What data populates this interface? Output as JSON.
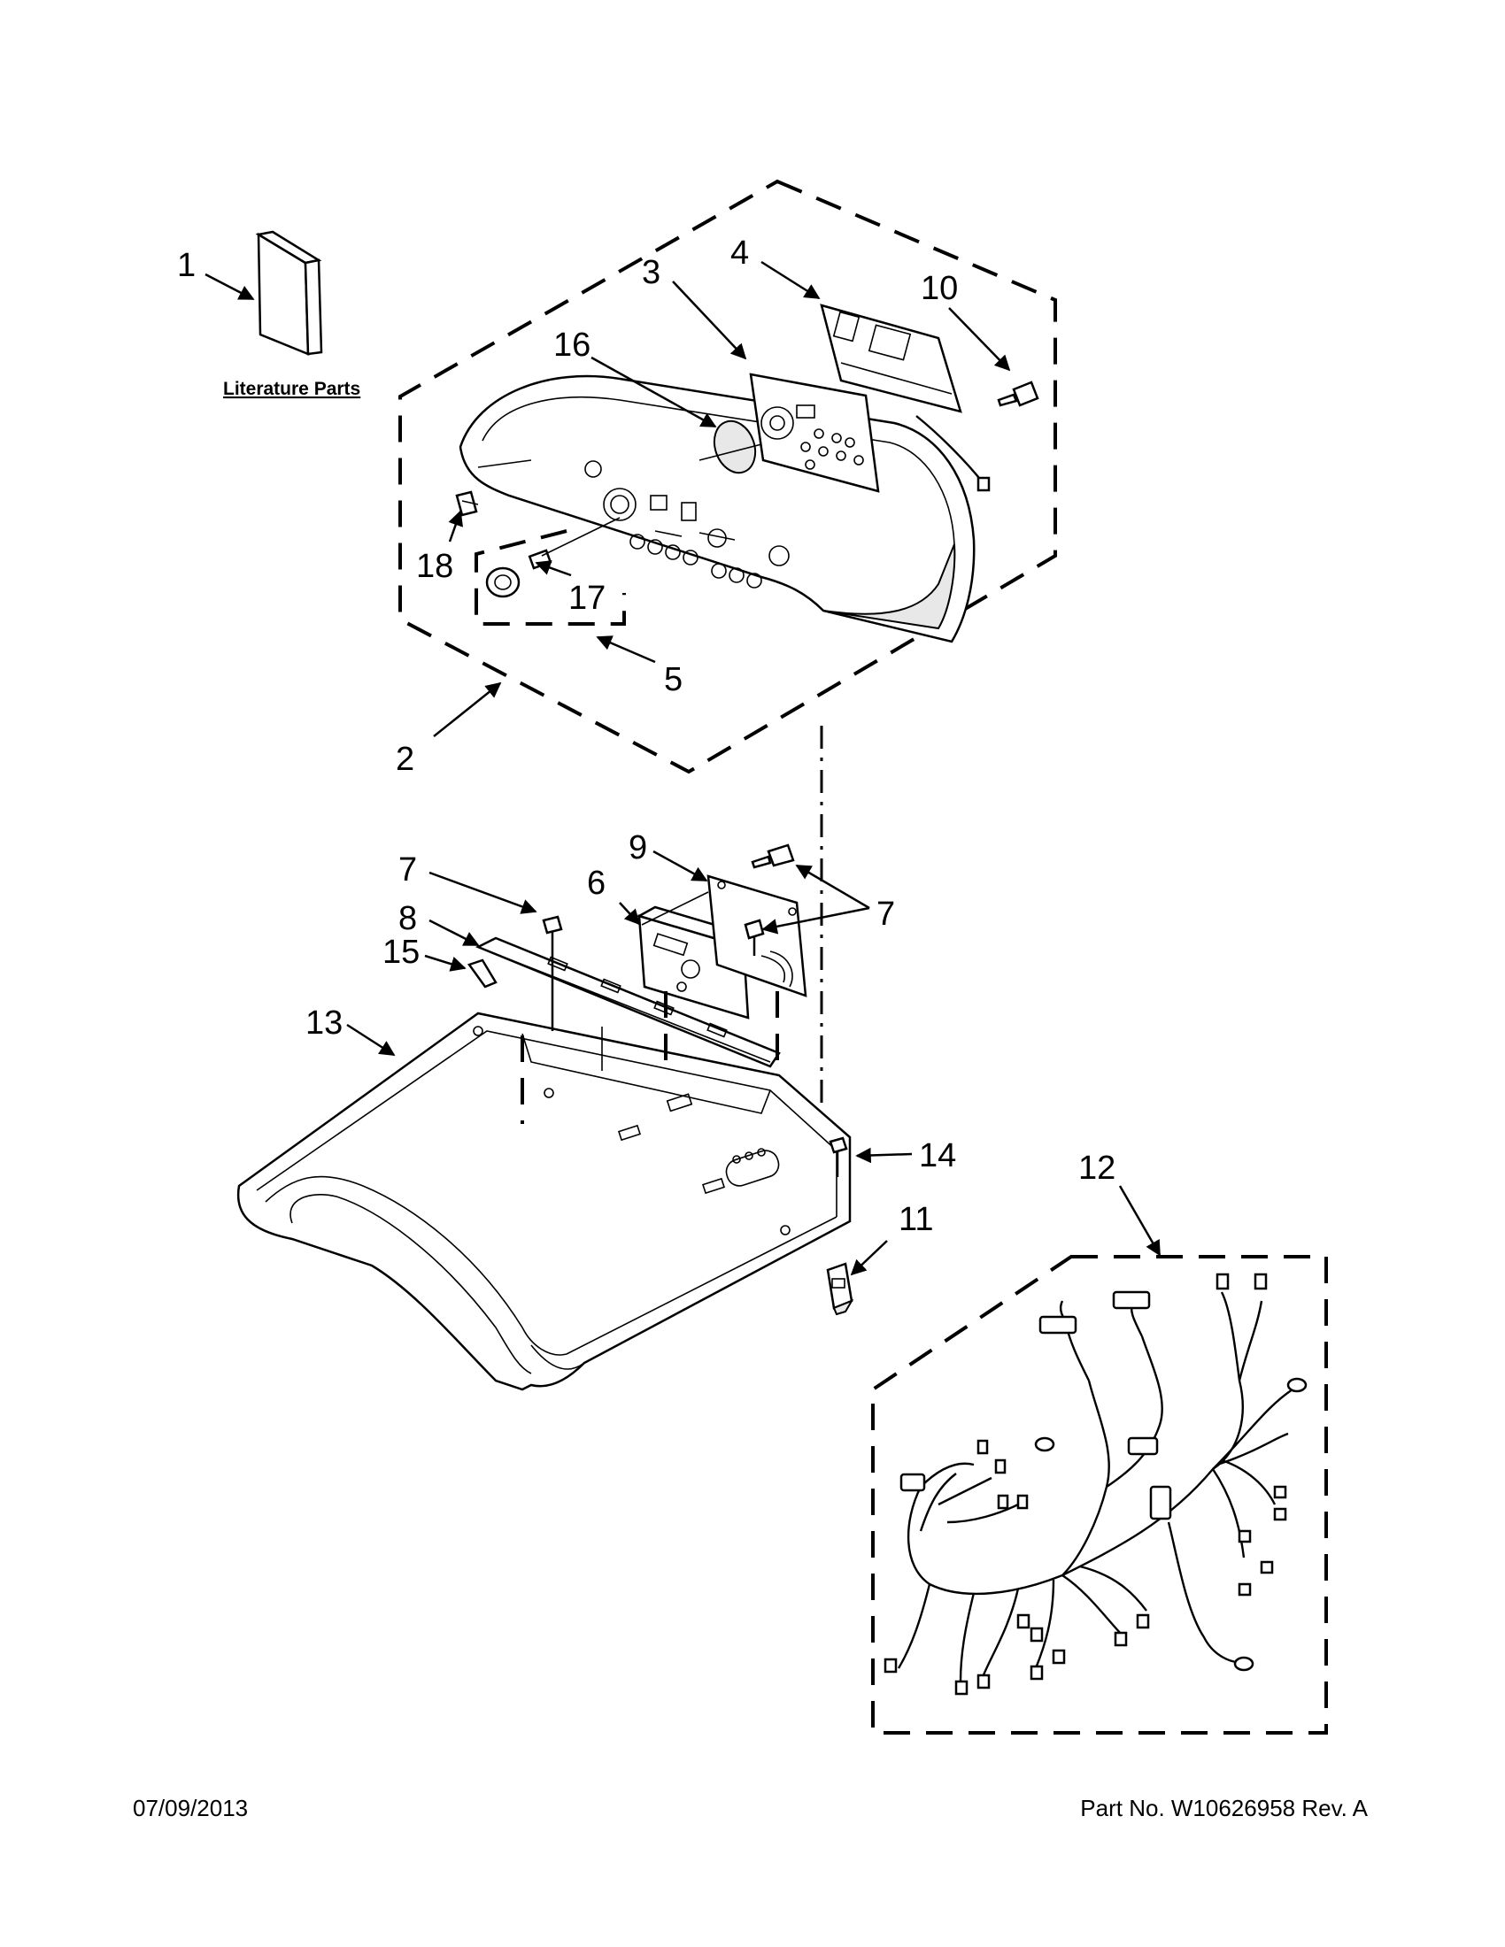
{
  "diagram": {
    "literature_label": "Literature Parts",
    "callouts": {
      "c1": "1",
      "c2": "2",
      "c3": "3",
      "c4": "4",
      "c5": "5",
      "c6": "6",
      "c7a": "7",
      "c7b": "7",
      "c8": "8",
      "c9": "9",
      "c10": "10",
      "c11": "11",
      "c12": "12",
      "c13": "13",
      "c14": "14",
      "c15": "15",
      "c16": "16",
      "c17": "17",
      "c18": "18"
    }
  },
  "footer": {
    "date": "07/09/2013",
    "part_number": "Part No.  W10626958  Rev.  A"
  }
}
